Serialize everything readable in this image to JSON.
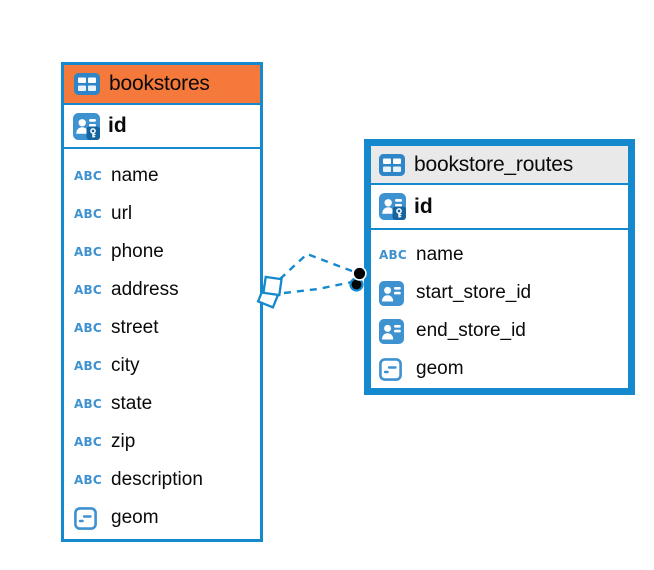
{
  "diagram": {
    "colors": {
      "table_border": "#1589cd",
      "bookstores_header_bg": "#f5793b",
      "bookstore_routes_header_bg": "#e9e9e9",
      "icon_blue": "#3e92d0",
      "icon_key_square_blue": "#15639f",
      "relation_line": "#1589cd",
      "text": "#0a0a0a"
    },
    "tables": [
      {
        "name": "bookstores",
        "primary_key": {
          "name": "id",
          "icon": "primary-key"
        },
        "columns": [
          {
            "name": "name",
            "icon": "text"
          },
          {
            "name": "url",
            "icon": "text"
          },
          {
            "name": "phone",
            "icon": "text"
          },
          {
            "name": "address",
            "icon": "text"
          },
          {
            "name": "street",
            "icon": "text"
          },
          {
            "name": "city",
            "icon": "text"
          },
          {
            "name": "state",
            "icon": "text"
          },
          {
            "name": "zip",
            "icon": "text"
          },
          {
            "name": "description",
            "icon": "text"
          },
          {
            "name": "geom",
            "icon": "geometry"
          }
        ]
      },
      {
        "name": "bookstore_routes",
        "primary_key": {
          "name": "id",
          "icon": "primary-key"
        },
        "columns": [
          {
            "name": "name",
            "icon": "text"
          },
          {
            "name": "start_store_id",
            "icon": "foreign-key"
          },
          {
            "name": "end_store_id",
            "icon": "foreign-key"
          },
          {
            "name": "geom",
            "icon": "geometry"
          }
        ]
      }
    ],
    "relationships": [
      {
        "from_table": "bookstores",
        "to_table": "bookstore_routes",
        "style": "dashed"
      },
      {
        "from_table": "bookstores",
        "to_table": "bookstore_routes",
        "style": "dashed"
      }
    ]
  }
}
